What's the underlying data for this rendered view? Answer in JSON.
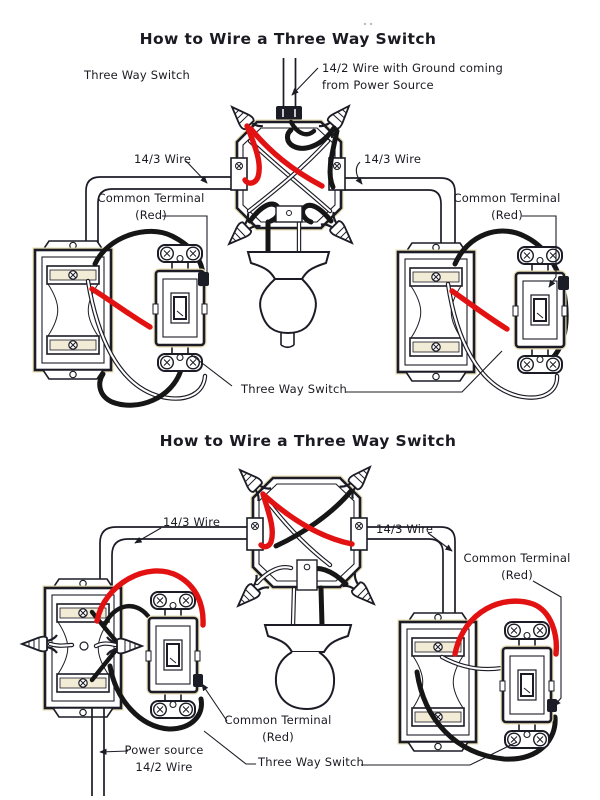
{
  "colors": {
    "red_wire": "#e31212",
    "black_wire": "#161616",
    "ink": "#1c1c26"
  },
  "diagram1": {
    "title": "How to Wire a Three Way Switch",
    "labels": {
      "switch_top_left": "Three Way Switch",
      "feed_line1": "14/2 Wire with Ground coming",
      "feed_line2": "from Power Source",
      "wire_left": "14/3 Wire",
      "wire_right": "14/3 Wire",
      "common_left_line1": "Common Terminal",
      "common_left_line2": "(Red)",
      "common_right_line1": "Common Terminal",
      "common_right_line2": "(Red)",
      "switch_bottom": "Three Way Switch"
    }
  },
  "diagram2": {
    "title": "How to Wire a Three Way Switch",
    "labels": {
      "wire_left": "14/3 Wire",
      "wire_right": "14/3 Wire",
      "common_right_line1": "Common Terminal",
      "common_right_line2": "(Red)",
      "common_center_line1": "Common Terminal",
      "common_center_line2": "(Red)",
      "power_line1": "Power source",
      "power_line2": "14/2 Wire",
      "switch_bottom": "Three Way Switch"
    }
  }
}
